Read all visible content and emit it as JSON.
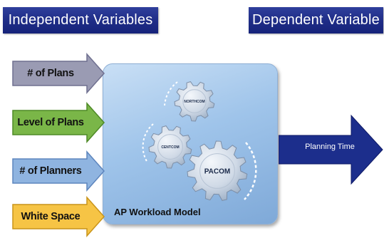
{
  "headers": {
    "independent": "Independent Variables",
    "dependent": "Dependent Variable"
  },
  "inputs": [
    {
      "label": "# of Plans",
      "color": "#9a9bb3",
      "edge": "#6f7090"
    },
    {
      "label": "Level of Plans",
      "color": "#7ab648",
      "edge": "#4e8a26"
    },
    {
      "label": "# of Planners",
      "color": "#8fb4e0",
      "edge": "#5d85bd"
    },
    {
      "label": "White Space",
      "color": "#f6c445",
      "edge": "#c9941a"
    }
  ],
  "model": {
    "label": "AP Workload Model",
    "gears": [
      "NORTHCOM",
      "CENTCOM",
      "PACOM"
    ]
  },
  "output": {
    "label": "Planning Time",
    "color": "#1c2e8c"
  }
}
